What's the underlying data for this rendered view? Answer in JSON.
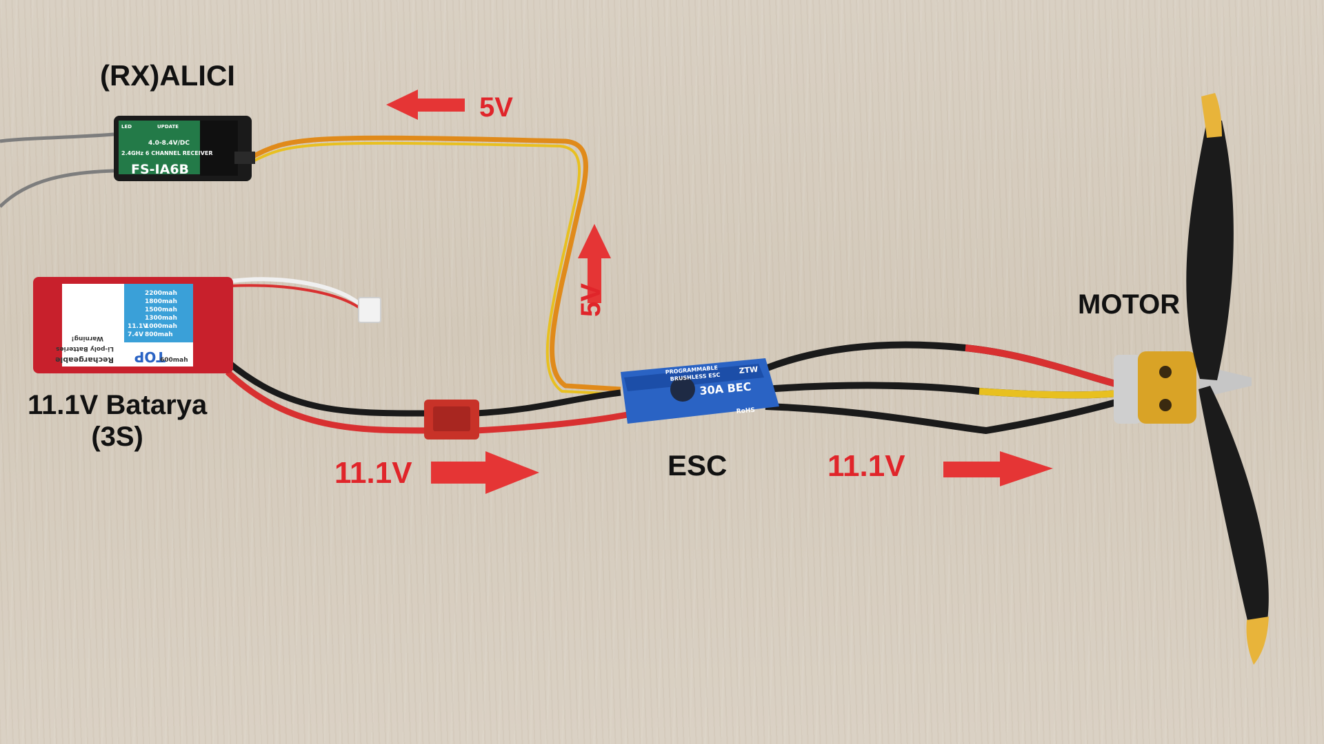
{
  "labels": {
    "receiver": "(RX)ALICI",
    "battery_line1": "11.1V Batarya",
    "battery_line2": "(3S)",
    "motor": "MOTOR",
    "esc": "ESC",
    "arrow_5v_top": "5V",
    "arrow_5v_mid": "5V",
    "arrow_11v_left": "11.1V",
    "arrow_11v_right": "11.1V"
  },
  "receiver_device": {
    "model": "FS-IA6B",
    "band": "2.4GHz 6 CHANNEL RECEIVER",
    "voltage": "4.0-8.4V/DC",
    "led": "LED",
    "update": "UPDATE"
  },
  "battery_device": {
    "brand": "TOP",
    "line_rechargeable": "Rechargeable",
    "line_type": "Li-poly Batteries",
    "warning": "Warning!",
    "capacities": [
      "2200mah",
      "1800mah",
      "1500mah",
      "1300mah",
      "1000mah",
      "800mah",
      "600mah"
    ],
    "voltages": [
      "11.1V",
      "7.4V"
    ]
  },
  "esc_device": {
    "title": "PROGRAMMABLE",
    "subtitle": "BRUSHLESS ESC",
    "rating": "30A BEC",
    "brand": "ZTW",
    "cert": "RoHS"
  },
  "colors": {
    "arrow": "#e53535",
    "label_red": "#e0252a",
    "label_black": "#111111",
    "receiver_body": "#1a1a1a",
    "receiver_label": "#2e8b57",
    "battery_wrap": "#c8202c",
    "battery_sticker": "#3aa0d8",
    "esc_wrap": "#2a63c4",
    "motor_bell": "#d9a326",
    "propeller": "#1b1b1b",
    "prop_tip": "#e8b43a",
    "wire_red": "#d83030",
    "wire_black": "#1a1a1a",
    "wire_yellow": "#e8c020",
    "wire_orange": "#e08a1a"
  }
}
